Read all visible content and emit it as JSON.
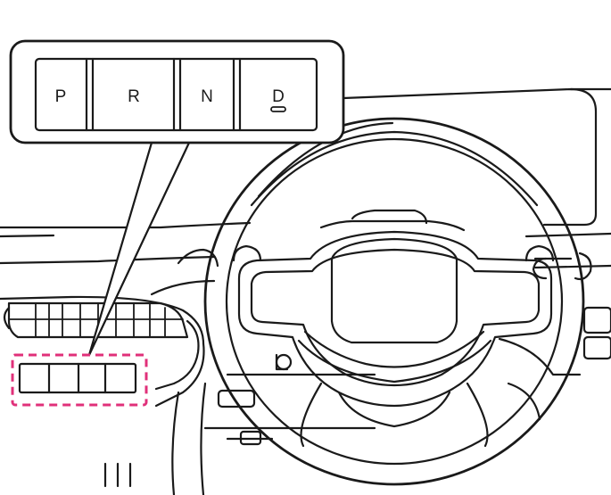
{
  "gear_selector": {
    "positions": [
      {
        "label": "P",
        "indicator": false
      },
      {
        "label": "R",
        "indicator": false
      },
      {
        "label": "N",
        "indicator": false
      },
      {
        "label": "D",
        "indicator": true
      }
    ]
  },
  "highlight": {
    "color": "#e0307a",
    "style": "dashed"
  },
  "colors": {
    "line": "#1a1a1a",
    "background": "#ffffff"
  }
}
